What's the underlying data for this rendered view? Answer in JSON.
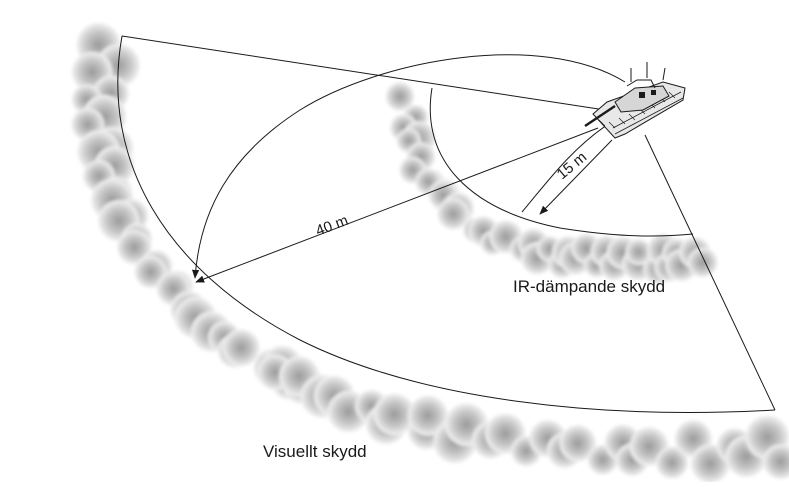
{
  "labels": {
    "ir_cover": "IR-dämpande skydd",
    "visual_cover": "Visuellt skydd",
    "distance_ir": "15 m",
    "distance_visual": "40 m"
  },
  "colors": {
    "line": "#1a1a1a",
    "bush_light": "#f4f4f4",
    "bush_dark": "#8e8e8e"
  },
  "icons": {
    "vehicle": "tank-icon"
  }
}
